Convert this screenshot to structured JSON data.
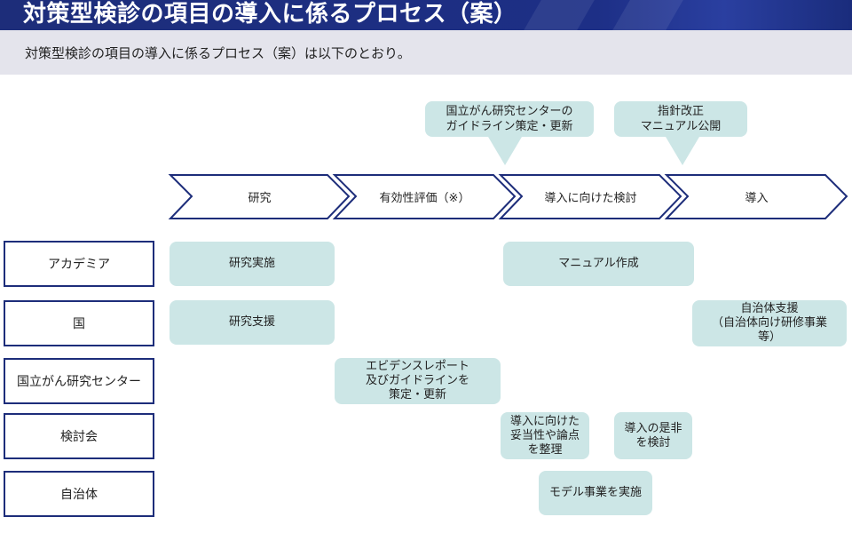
{
  "header": {
    "title": "対策型検診の項目の導入に係るプロセス（案）",
    "subtitle": "対策型検診の項目の導入に係るプロセス（案）は以下のとおり。"
  },
  "callouts": [
    {
      "text": "国立がん研究センターの\nガイドライン策定・更新"
    },
    {
      "text": "指針改正\nマニュアル公開"
    }
  ],
  "phases": [
    "研究",
    "有効性評価（※）",
    "導入に向けた検討",
    "導入"
  ],
  "actors": [
    "アカデミア",
    "国",
    "国立がん研究センター",
    "検討会",
    "自治体"
  ],
  "tasks": [
    {
      "text": "研究実施"
    },
    {
      "text": "マニュアル作成"
    },
    {
      "text": "研究支援"
    },
    {
      "text": "自治体支援\n（自治体向け研修事業\n等）"
    },
    {
      "text": "エビデンスレポート\n及びガイドラインを\n策定・更新"
    },
    {
      "text": "導入に向けた\n妥当性や論点\nを整理"
    },
    {
      "text": "導入の是非\nを検討"
    },
    {
      "text": "モデル事業を実施"
    }
  ],
  "colors": {
    "navy": "#1d2d7a",
    "teal_fill": "#cce6e6",
    "subtitle_bg": "#e4e4ec"
  }
}
